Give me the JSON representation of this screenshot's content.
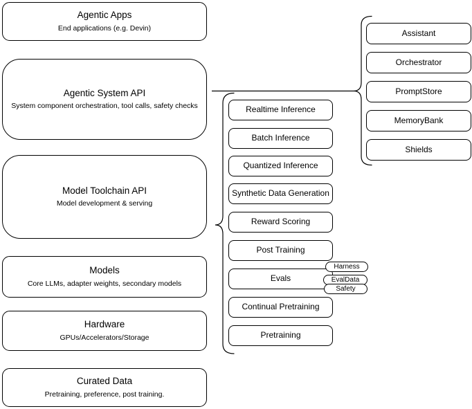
{
  "diagram": {
    "stack": [
      {
        "title": "Agentic Apps",
        "subtitle": "End applications (e.g. Devin)"
      },
      {
        "title": "Agentic System API",
        "subtitle": "System component orchestration, tool calls, safety checks"
      },
      {
        "title": "Model Toolchain API",
        "subtitle": "Model development & serving"
      },
      {
        "title": "Models",
        "subtitle": "Core LLMs, adapter weights, secondary models"
      },
      {
        "title": "Hardware",
        "subtitle": "GPUs/Accelerators/Storage"
      },
      {
        "title": "Curated Data",
        "subtitle": "Pretraining, preference, post training."
      }
    ],
    "toolchain_components": [
      "Realtime Inference",
      "Batch Inference",
      "Quantized Inference",
      "Synthetic Data Generation",
      "Reward Scoring",
      "Post Training",
      "Evals",
      "Continual Pretraining",
      "Pretraining"
    ],
    "agentic_components": [
      "Assistant",
      "Orchestrator",
      "PromptStore",
      "MemoryBank",
      "Shields"
    ],
    "eval_tags": [
      "Harness",
      "EvalData",
      "Safety"
    ],
    "colors": {
      "background": "#ffffff",
      "border": "#000000",
      "text": "#000000"
    }
  }
}
